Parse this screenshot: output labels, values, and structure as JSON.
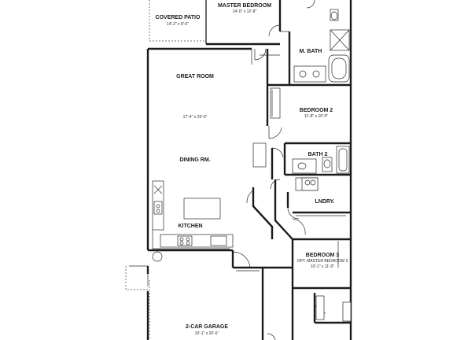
{
  "rooms": {
    "covered_patio": {
      "name": "COVERED PATIO",
      "dims": "14'-2\" x 8'-0\""
    },
    "master_bedroom": {
      "name": "MASTER BEDROOM",
      "dims": "14'-0\" x 12'-8\""
    },
    "master_bath": {
      "name": "M. BATH"
    },
    "great_room": {
      "name": "GREAT ROOM",
      "dims": "17'-4\" x 23'-0\""
    },
    "bedroom2": {
      "name": "BEDROOM 2",
      "dims": "11'-8\" x 10'-0\""
    },
    "bath2": {
      "name": "BATH 2"
    },
    "dining": {
      "name": "DINING RM."
    },
    "laundry": {
      "name": "LNDRY."
    },
    "kitchen": {
      "name": "KITCHEN"
    },
    "bedroom3": {
      "name": "BEDROOM 3",
      "note": "OPT. MASTER BEDROOM 2",
      "dims": "10'-1\" x 11'-0\""
    },
    "garage": {
      "name": "2-CAR GARAGE",
      "dims": "19'-1\" x 20'-6\""
    }
  }
}
